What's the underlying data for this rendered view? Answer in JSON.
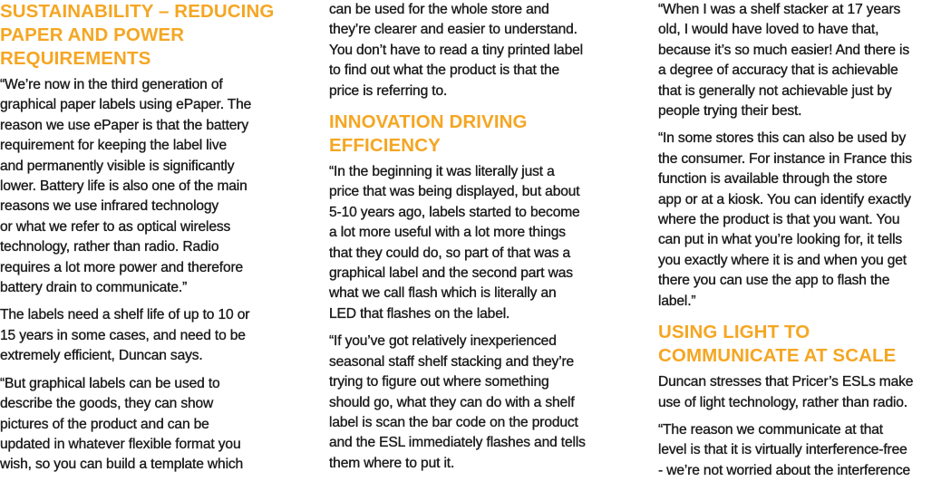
{
  "accent_color": "#f5a623",
  "columns": [
    {
      "blocks": [
        {
          "type": "heading",
          "lines": [
            "SUSTAINABILITY – REDUCING",
            "PAPER AND POWER",
            "REQUIREMENTS"
          ]
        },
        {
          "type": "paragraph",
          "lines": [
            "“We’re now in the third generation of",
            "graphical paper labels using ePaper. The",
            "reason we use ePaper is that the battery",
            "requirement for keeping the label live",
            "and permanently visible is significantly",
            "lower. Battery life is also one of the main",
            "reasons we use infrared technology",
            "or what we refer to as optical wireless",
            "technology, rather than radio. Radio",
            "requires a lot more power and therefore",
            "battery drain to communicate.”"
          ]
        },
        {
          "type": "paragraph",
          "lines": [
            "The labels need a shelf life of up to 10 or",
            "15 years in some cases, and need to be",
            "extremely efficient, Duncan says."
          ]
        },
        {
          "type": "paragraph",
          "lines": [
            "“But graphical labels can be used to",
            "describe the goods, they can show",
            "pictures of the product and can be",
            "updated in whatever flexible format you",
            "wish, so you can build a template which"
          ]
        }
      ]
    },
    {
      "blocks": [
        {
          "type": "paragraph",
          "lines": [
            "can be used for the whole store and",
            "they’re clearer and easier to understand.",
            "You don’t have to read a tiny printed label",
            "to find out what the product is that the",
            "price is referring to."
          ]
        },
        {
          "type": "heading",
          "lines": [
            "INNOVATION DRIVING",
            "EFFICIENCY"
          ]
        },
        {
          "type": "paragraph",
          "lines": [
            "“In the beginning it was literally just a",
            "price that was being displayed, but about",
            "5-10 years ago, labels started to become",
            "a lot more useful with a lot more things",
            "that they could do, so part of that was a",
            "graphical label and the second part was",
            "what we call flash which is literally an",
            "LED that flashes on the label."
          ]
        },
        {
          "type": "paragraph",
          "lines": [
            "“If you’ve got relatively inexperienced",
            "seasonal staff shelf stacking and they’re",
            "trying to figure out where something",
            "should go, what they can do with a shelf",
            "label is scan the bar code on the product",
            "and the ESL immediately flashes and tells",
            "them where to put it."
          ]
        }
      ]
    },
    {
      "blocks": [
        {
          "type": "paragraph",
          "lines": [
            "“When I was a shelf stacker at 17 years",
            "old, I would have loved to have that,",
            "because it’s so much easier! And there is",
            "a degree of accuracy that is achievable",
            "that is generally not achievable just by",
            "people trying their best."
          ]
        },
        {
          "type": "paragraph",
          "lines": [
            "“In some stores this can also be used by",
            "the consumer.  For instance in France this",
            "function is available through the store",
            "app or at a kiosk. You can identify exactly",
            "where the product is that you want.  You",
            "can put in what you’re looking for, it tells",
            "you exactly where it is and when you get",
            "there you can use the app to flash the",
            "label.”"
          ]
        },
        {
          "type": "heading",
          "lines": [
            "USING LIGHT TO",
            "COMMUNICATE AT SCALE"
          ]
        },
        {
          "type": "paragraph",
          "lines": [
            "Duncan stresses that Pricer’s ESLs make",
            "use of light technology, rather than radio."
          ]
        },
        {
          "type": "paragraph",
          "lines": [
            "“The reason we communicate at that",
            "level is that it is virtually interference-free",
            "- we’re not worried about the interference"
          ]
        }
      ]
    }
  ]
}
